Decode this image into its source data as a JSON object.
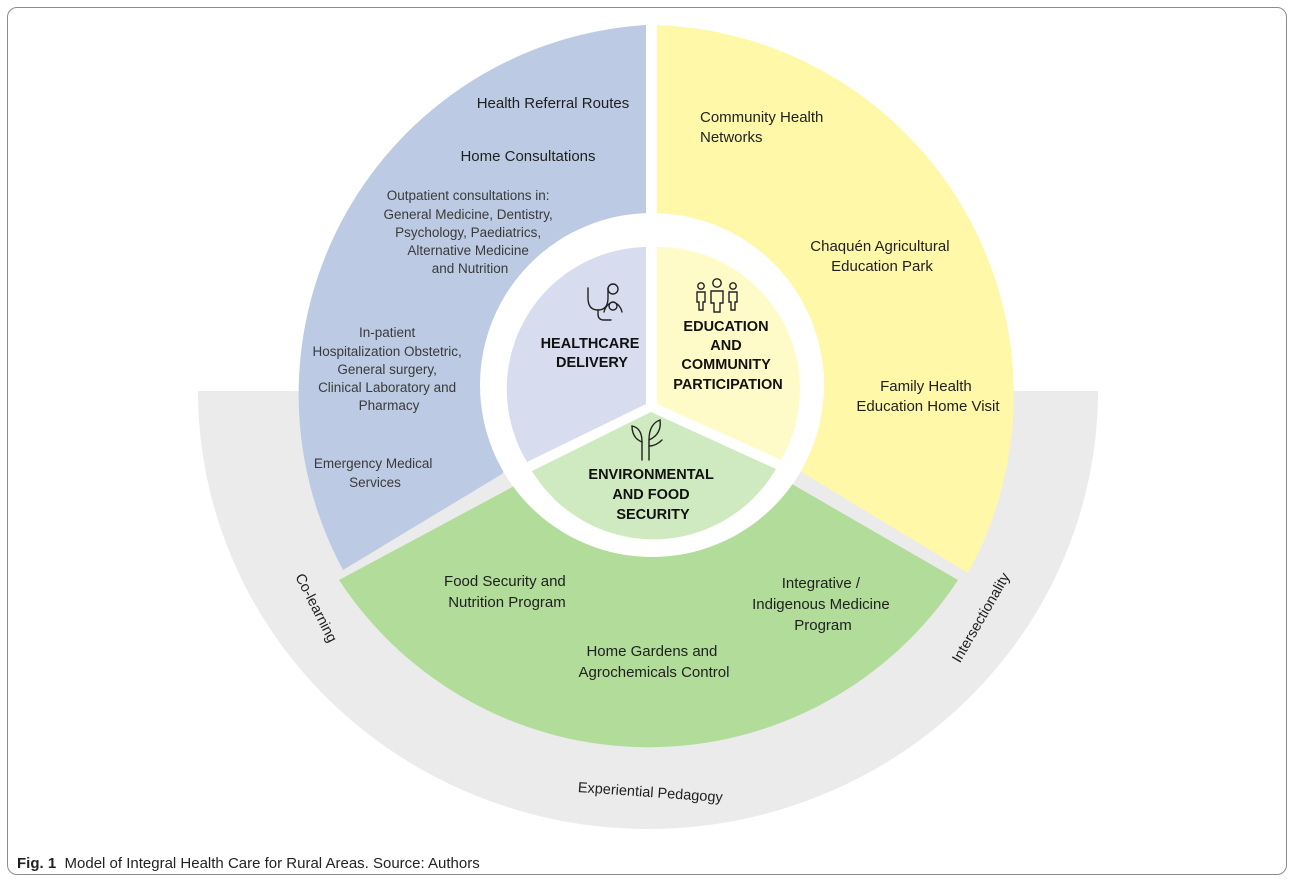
{
  "caption": {
    "label": "Fig. 1",
    "text": "Model of Integral Health Care for Rural Areas. Source: Authors"
  },
  "colors": {
    "blue": "#bccbe3",
    "blue_light": "#d7ddee",
    "yellow": "#fff8a8",
    "yellow_light": "#fffbc9",
    "green": "#b1dc9a",
    "green_light": "#cfeac0",
    "gray_band": "#ebebeb"
  },
  "outer_band": {
    "left": "Co-learning",
    "bottom": "Experiential Pedagogy",
    "right": "Intersectionality"
  },
  "hubs": {
    "healthcare": {
      "icon": "stethoscope-icon",
      "lines": [
        "HEALTHCARE",
        "DELIVERY"
      ]
    },
    "education": {
      "icon": "people-icon",
      "lines": [
        "EDUCATION",
        "AND",
        "COMMUNITY",
        "PARTICIPATION"
      ]
    },
    "environment": {
      "icon": "sprout-icon",
      "lines": [
        "ENVIRONMENTAL",
        "AND FOOD",
        "SECURITY"
      ]
    }
  },
  "sectors": {
    "healthcare": {
      "referral": "Health Referral Routes",
      "home": "Home Consultations",
      "outpatient": [
        "Outpatient consultations in:",
        "General Medicine, Dentistry,",
        "Psychology, Paediatrics,",
        "Alternative Medicine",
        "and Nutrition"
      ],
      "inpatient": [
        "In-patient",
        "Hospitalization Obstetric,",
        "General surgery,",
        "Clinical Laboratory and",
        "Pharmacy"
      ],
      "emergency": [
        "Emergency Medical",
        "Services"
      ]
    },
    "education": {
      "networks": [
        "Community Health",
        "Networks"
      ],
      "park": [
        "Chaquén Agricultural",
        "Education Park"
      ],
      "visit": [
        "Family Health",
        "Education Home Visit"
      ]
    },
    "environment": {
      "food": [
        "Food Security and",
        "Nutrition Program"
      ],
      "integrative": [
        "Integrative /",
        "Indigenous Medicine",
        "Program"
      ],
      "gardens": [
        "Home Gardens and",
        "Agrochemicals Control"
      ]
    }
  }
}
